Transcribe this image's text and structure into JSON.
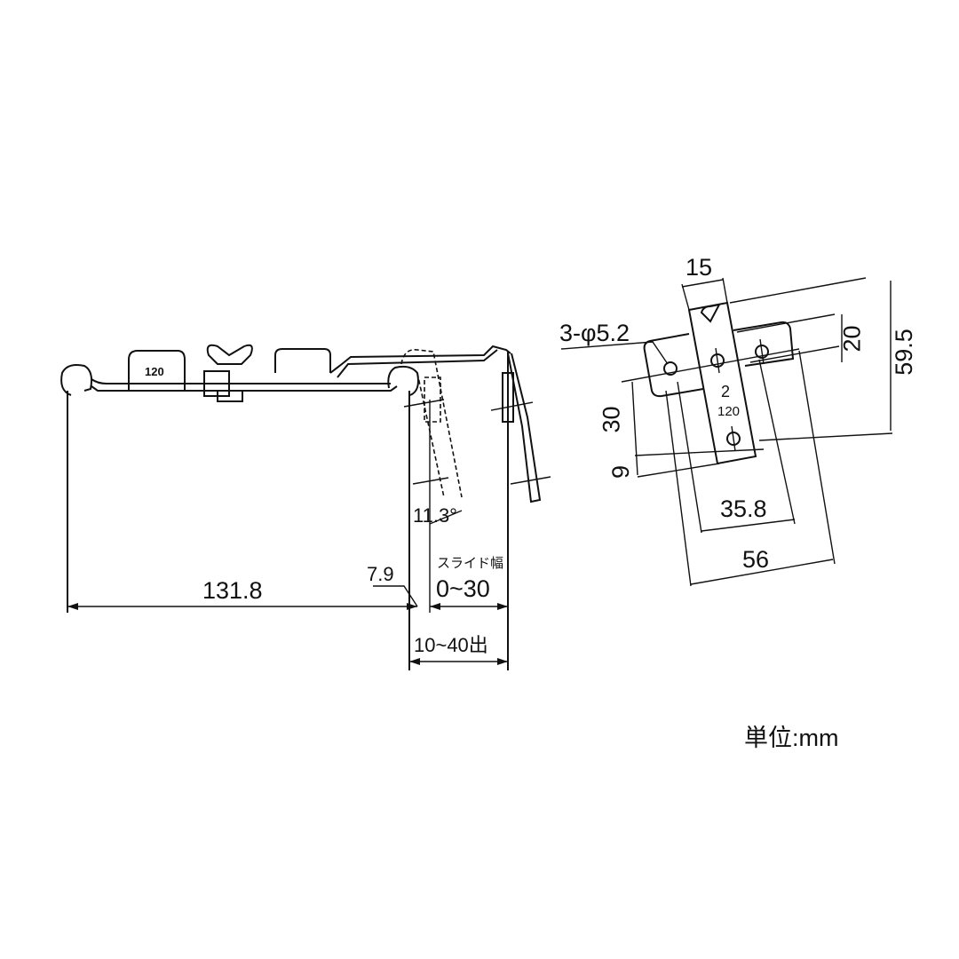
{
  "side_view": {
    "tag_label": "120",
    "dim_width": "131.8",
    "dim_offset": "7.9",
    "slide_label": "スライド幅",
    "slide_range": "0~30",
    "projection": "10~40出",
    "angle": "11.3°"
  },
  "front_view": {
    "dim_strip_width": "15",
    "holes": "3-φ5.2",
    "dim_hole_spacing_v": "20",
    "dim_height": "59.5",
    "dim_30": "30",
    "dim_9": "9",
    "dim_hole_spacing_h": "35.8",
    "dim_plate_width": "56",
    "strip_mark_1": "2",
    "strip_mark_2": "120"
  },
  "unit_note": "単位:mm"
}
